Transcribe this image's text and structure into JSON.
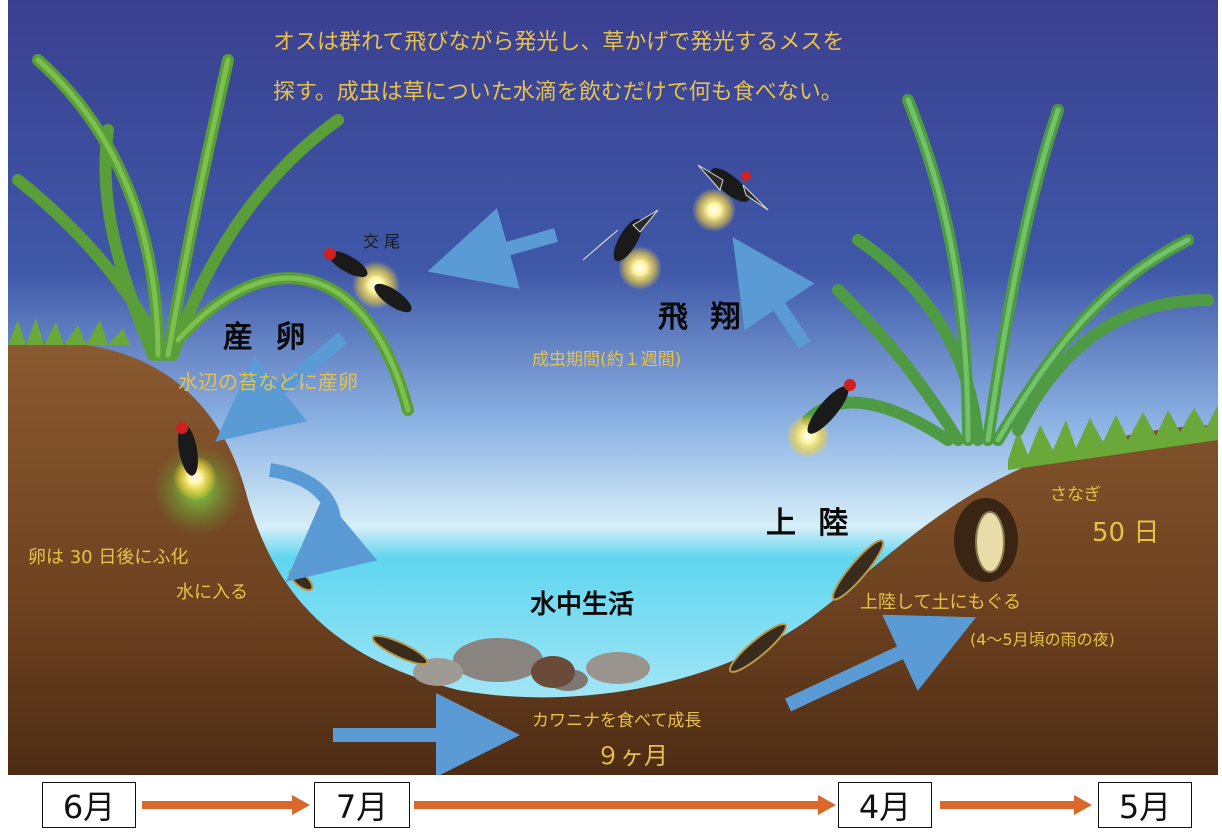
{
  "caption": {
    "line1": "オスは群れて飛びながら発光し、草かげで発光するメスを",
    "line2": "探す。成虫は草についた水滴を飲むだけで何も食べない。"
  },
  "labels": {
    "mating": "交 尾",
    "egg_laying": "産 卵",
    "egg_laying_note": "水辺の苔などに産卵",
    "flight": "飛 翔",
    "adult_period": "成虫期間(約１週間)",
    "landing": "上 陸",
    "hatch": "卵は 30 日後にふ化",
    "enter_water": "水に入る",
    "underwater": "水中生活",
    "growth": "カワニナを食べて成長",
    "growth_period": "９ヶ月",
    "pupa": "さなぎ",
    "pupa_days": "50 日",
    "burrow": "上陸して土にもぐる",
    "burrow_time": "(4～5月頃の雨の夜)"
  },
  "timeline": {
    "months": [
      "6月",
      "7月",
      "4月",
      "5月"
    ]
  },
  "colors": {
    "text_yellow": "#e8c14a",
    "arrow_blue": "#5b9bd5",
    "timeline_arrow": "#d9692a",
    "soil": "#7a4a26"
  }
}
